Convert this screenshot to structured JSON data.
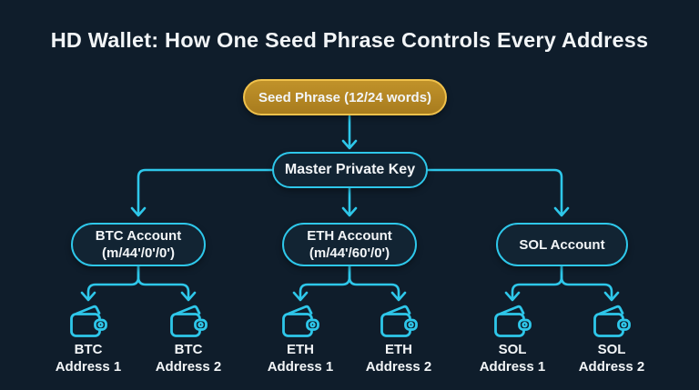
{
  "colors": {
    "bg": "#0f1d2b",
    "cyan": "#2ec7ea",
    "gold-border": "#f0c14b",
    "gold-fill-top": "#c0922a",
    "gold-fill-bottom": "#a87c1e",
    "node-fill": "#122433",
    "text": "#f2f5f7"
  },
  "title": "HD Wallet: How One Seed Phrase Controls Every Address",
  "diagram": {
    "seed": {
      "label": "Seed Phrase (12/24 words)"
    },
    "master": {
      "label": "Master Private Key"
    },
    "accounts": [
      {
        "line1": "BTC Account",
        "line2": "(m/44'/0'/0')"
      },
      {
        "line1": "ETH Account",
        "line2": "(m/44'/60'/0')"
      },
      {
        "line1": "SOL Account",
        "line2": ""
      }
    ],
    "addresses": [
      {
        "line1": "BTC",
        "line2": "Address 1"
      },
      {
        "line1": "BTC",
        "line2": "Address 2"
      },
      {
        "line1": "ETH",
        "line2": "Address 1"
      },
      {
        "line1": "ETH",
        "line2": "Address 2"
      },
      {
        "line1": "SOL",
        "line2": "Address 1"
      },
      {
        "line1": "SOL",
        "line2": "Address 2"
      }
    ]
  }
}
